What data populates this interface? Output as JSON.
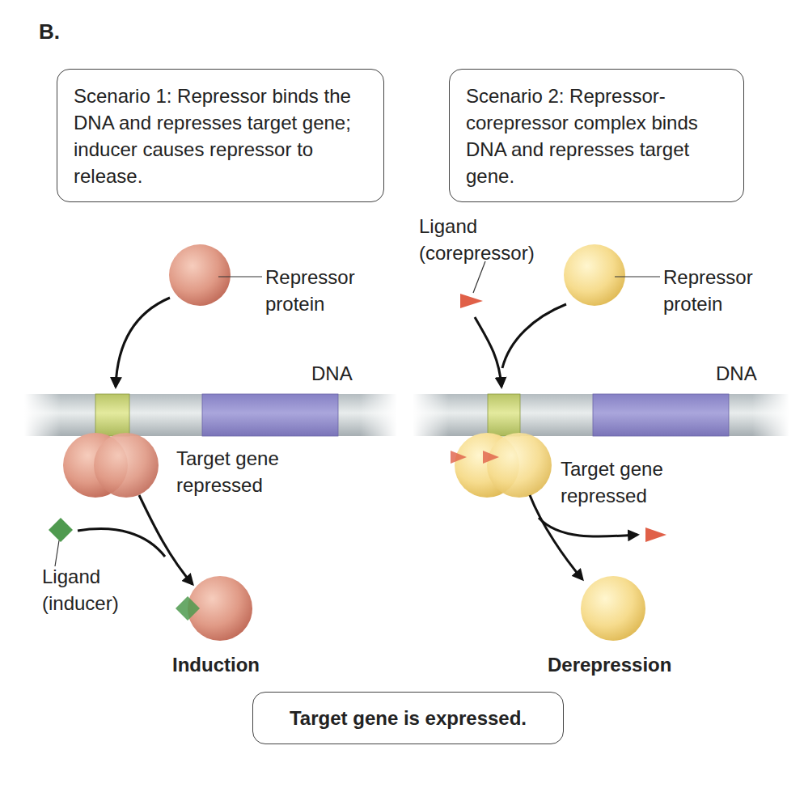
{
  "diagram": {
    "title": "B.",
    "nodes": [
      {
        "text": [
          "Scenario 1: Repressor binds the DNA and represses target gene; inducer causes repressor to release."
        ]
      },
      {
        "text": [
          "Scenario 2: Repressor-corepressor complex binds DNA and represses target gene."
        ]
      },
      {
        "text": [
          "Target gene is expressed."
        ]
      }
    ],
    "labels": [
      "Repressor protein",
      "DNA",
      "Target gene repressed",
      "Ligand (inducer)",
      "Induction",
      "Ligand (corepressor)",
      "Repressor protein",
      "DNA",
      "Target gene repressed",
      "Derepression"
    ]
  }
}
